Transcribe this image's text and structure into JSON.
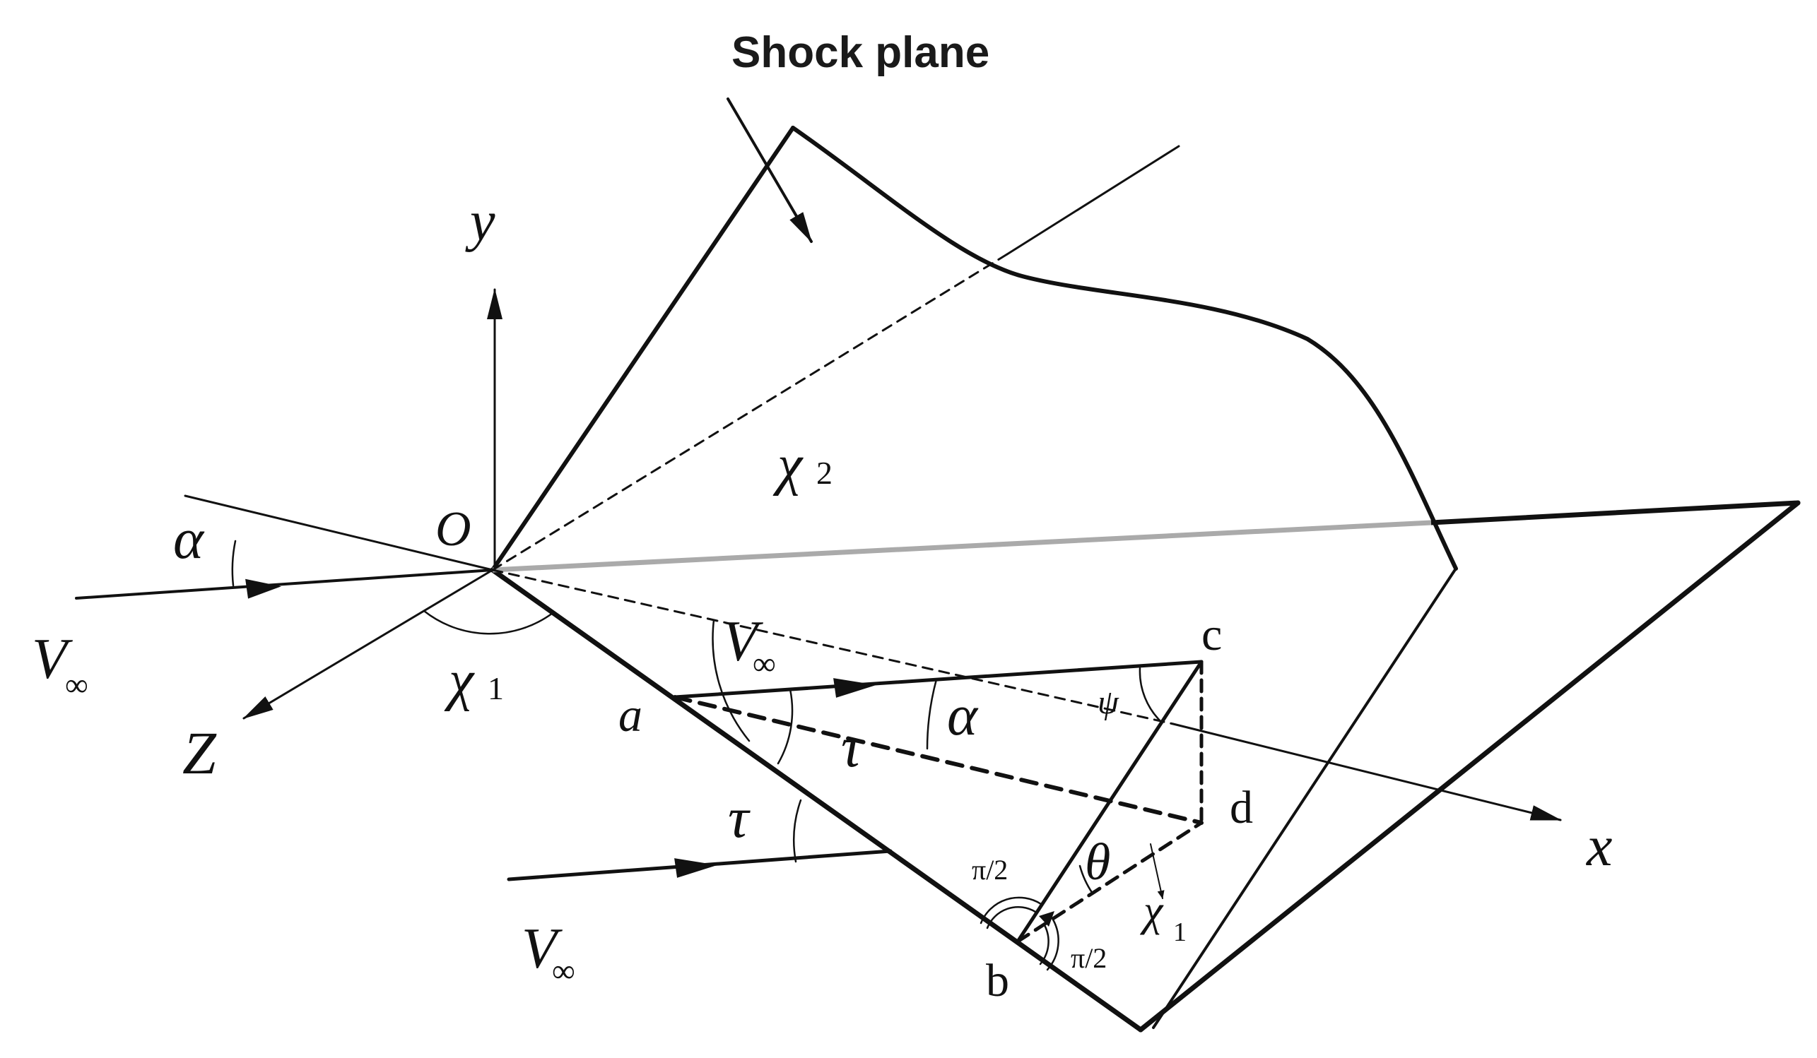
{
  "title": "Shock plane",
  "labels": {
    "origin": "O",
    "y_axis": "y",
    "x_axis": "x",
    "z_axis": "Z",
    "v_symbol": "V",
    "infinity": "∞",
    "alpha": "α",
    "tau": "τ",
    "chi": "χ",
    "sub_1": "1",
    "sub_2": "2",
    "psi": "ψ",
    "theta": "θ",
    "point_a": "a",
    "point_b": "b",
    "point_c": "c",
    "point_d": "d",
    "half_pi": "π/2"
  },
  "colors": {
    "ink": "#111111",
    "projection_line": "#aaaaaa"
  }
}
